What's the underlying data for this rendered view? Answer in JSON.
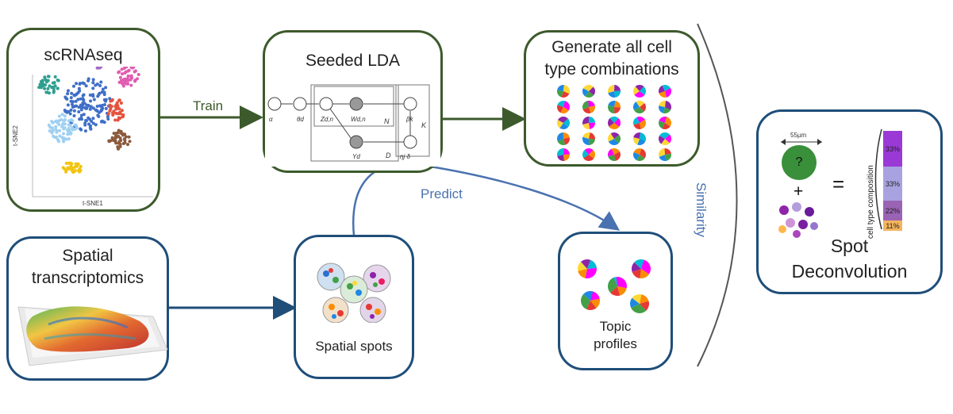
{
  "boxes": {
    "scrnaseq": {
      "title": "scRNAseq",
      "xlabel": "t-SNE1",
      "ylabel": "t-SNE2"
    },
    "seeded_lda": {
      "title": "Seeded LDA",
      "plate_labels": [
        "N",
        "D",
        "K"
      ]
    },
    "generate": {
      "title_line1": "Generate all cell",
      "title_line2": "type combinations"
    },
    "spatial": {
      "title_line1": "Spatial",
      "title_line2": "transcriptomics"
    },
    "spots": {
      "title": "Spatial spots"
    },
    "topics": {
      "title_line1": "Topic",
      "title_line2": "profiles"
    },
    "deconv": {
      "title_line1": "Spot",
      "title_line2": "Deconvolution",
      "scale": "55µm",
      "spot_symbol": "?",
      "plus": "+",
      "equals": "=",
      "axis_label": "cell type composition",
      "composition": [
        {
          "label": "33%",
          "color": "#9a39d6"
        },
        {
          "label": "33%",
          "color": "#a9a2e0"
        },
        {
          "label": "22%",
          "color": "#9a63b3"
        },
        {
          "label": "11%",
          "color": "#f4b45d"
        }
      ]
    }
  },
  "edges": {
    "train": "Train",
    "predict": "Predict",
    "similarity": "Similarity"
  },
  "colors": {
    "green_border": "#3d5a2c",
    "blue_border": "#1f4e79",
    "predict": "#4a72b0"
  },
  "icons": [
    "tsne-scatter-plot-icon",
    "lda-plate-diagram-icon",
    "pie-chart-grid-icon",
    "tissue-slide-icon",
    "spot-cluster-icon",
    "topic-pie-icon"
  ]
}
